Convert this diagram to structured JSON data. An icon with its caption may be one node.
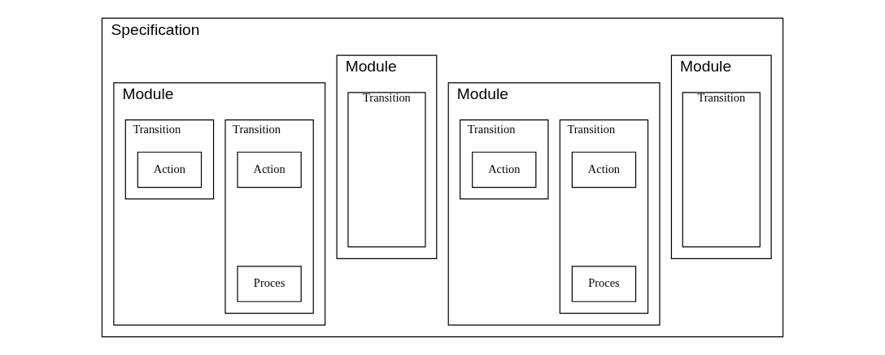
{
  "diagram": {
    "nodes": [
      {
        "text": [
          "Specification"
        ]
      },
      {
        "text": [
          "Module"
        ],
        "in": 0
      },
      {
        "text": [
          "Transition"
        ],
        "in": 1
      },
      {
        "text": [
          "Module"
        ],
        "in": 0
      },
      {
        "text": [
          "Transition"
        ],
        "in": 3
      },
      {
        "text": [
          "Action"
        ],
        "in": 4
      },
      {
        "text": [
          "Proces"
        ],
        "in": 4
      },
      {
        "text": [
          "Transition"
        ],
        "in": 3
      },
      {
        "text": [
          "Action"
        ],
        "in": 7
      },
      {
        "text": [
          "Module"
        ],
        "in": 0
      },
      {
        "text": [
          "Transition"
        ],
        "in": 9
      },
      {
        "text": [
          "Module"
        ],
        "in": 0
      },
      {
        "text": [
          "Transition"
        ],
        "in": 11
      },
      {
        "text": [
          "Action"
        ],
        "in": 12
      },
      {
        "text": [
          "Proces"
        ],
        "in": 12
      },
      {
        "text": [
          "Transition"
        ],
        "in": 11
      },
      {
        "text": [
          "Action"
        ],
        "in": 15
      }
    ],
    "edges": []
  }
}
